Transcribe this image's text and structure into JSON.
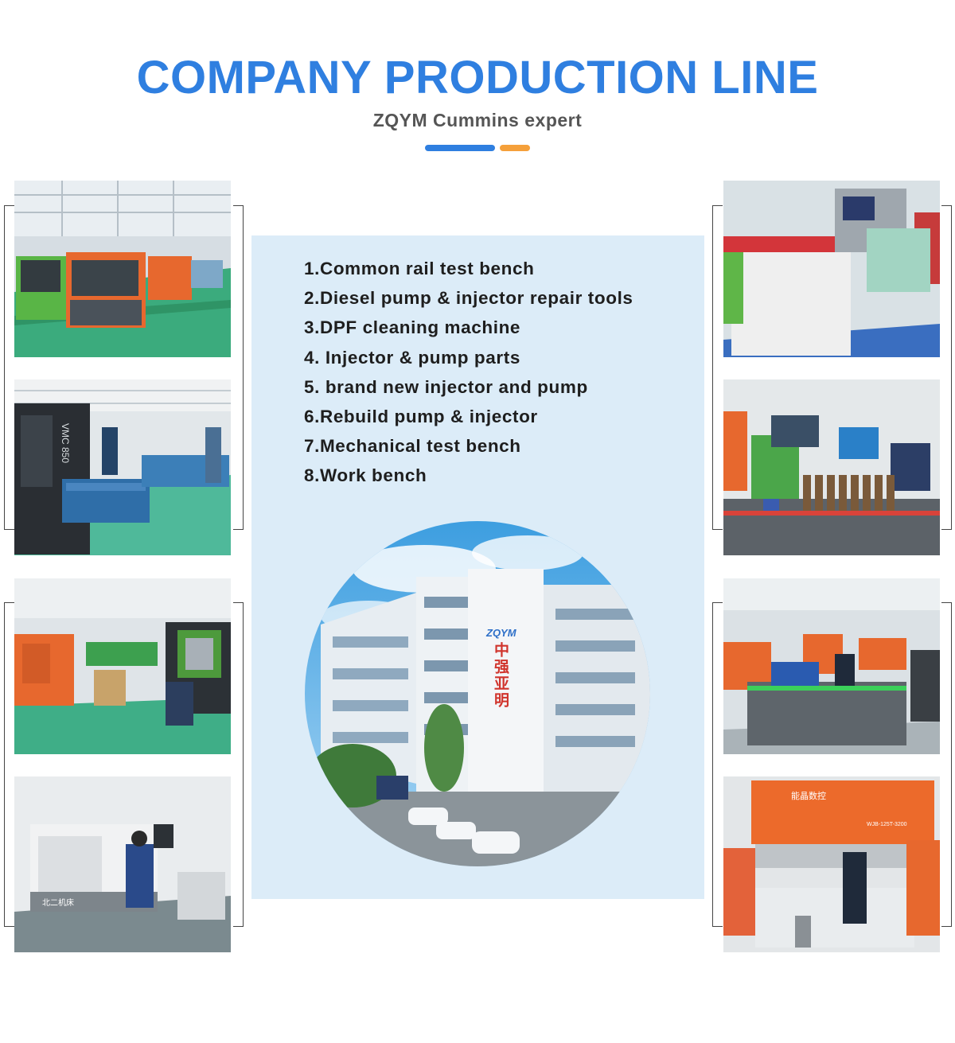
{
  "header": {
    "title": "COMPANY PRODUCTION LINE",
    "subtitle": "ZQYM Cummins expert"
  },
  "accent_colors": {
    "blue": "#2f7fe0",
    "orange": "#f5a03a",
    "panel": "#dcecf8"
  },
  "product_list": [
    "1.Common rail test bench",
    "2.Diesel pump & injector repair tools",
    "3.DPF cleaning machine",
    "4. Injector & pump parts",
    "5. brand new injector and pump",
    "6.Rebuild pump & injector",
    "7.Mechanical test bench",
    "8.Work bench"
  ],
  "building": {
    "logo": "ZQYM",
    "sign": "中强亚明"
  },
  "photos": {
    "left": [
      "test-bench-workshop",
      "vmc-850-cnc-machine",
      "dpf-cleaning-oven",
      "cnc-lathe-operator"
    ],
    "right": [
      "grinding-machine",
      "injector-assembly-bench",
      "mechanical-test-bench",
      "press-brake-machine"
    ]
  },
  "machine_labels": {
    "vmc": "VMC 850",
    "lathe": "北二机床",
    "press_brand": "能晶数控",
    "press_model": "WJB-125T-3200"
  }
}
